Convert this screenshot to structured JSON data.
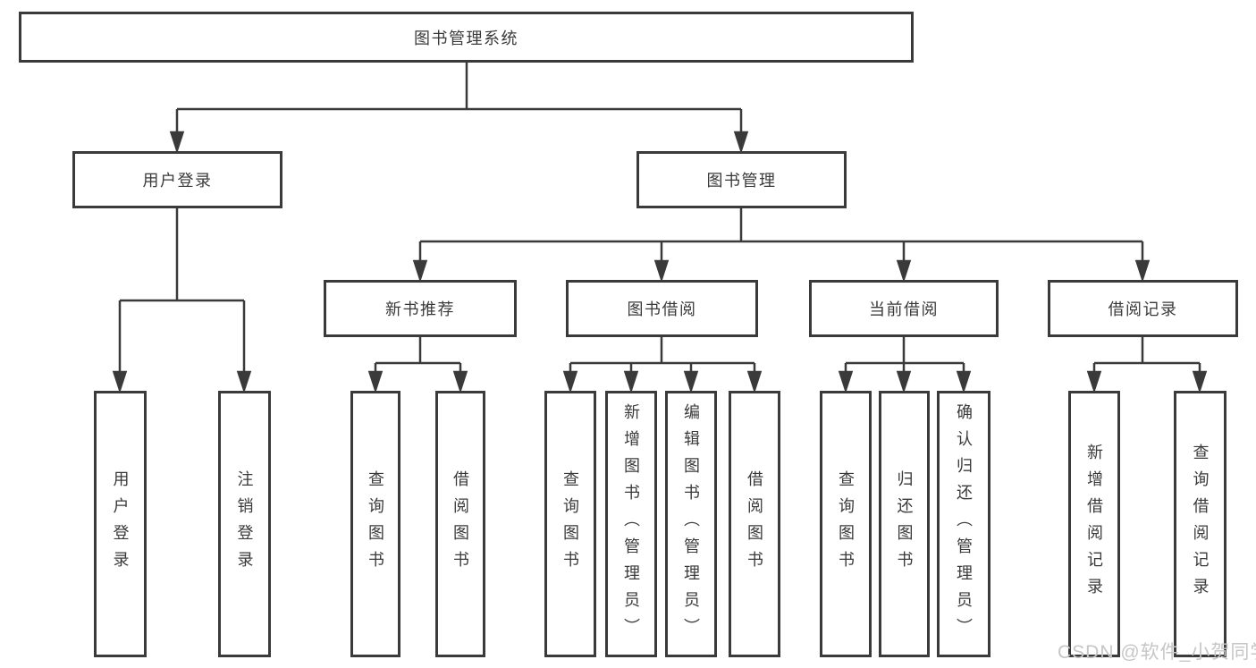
{
  "diagram_title": "图书管理系统",
  "tree": {
    "label": "图书管理系统",
    "children": [
      {
        "label": "用户登录",
        "children": [
          {
            "label": "用户登录"
          },
          {
            "label": "注销登录"
          }
        ]
      },
      {
        "label": "图书管理",
        "children": [
          {
            "label": "新书推荐",
            "children": [
              {
                "label": "查询图书"
              },
              {
                "label": "借阅图书"
              }
            ]
          },
          {
            "label": "图书借阅",
            "children": [
              {
                "label": "查询图书"
              },
              {
                "label": "新增图书（管理员）"
              },
              {
                "label": "编辑图书（管理员）"
              },
              {
                "label": "借阅图书"
              }
            ]
          },
          {
            "label": "当前借阅",
            "children": [
              {
                "label": "查询图书"
              },
              {
                "label": "归还图书"
              },
              {
                "label": "确认归还（管理员）"
              }
            ]
          },
          {
            "label": "借阅记录",
            "children": [
              {
                "label": "新增借阅记录"
              },
              {
                "label": "查询借阅记录"
              }
            ]
          }
        ]
      }
    ]
  },
  "watermark": "CSDN @软件_小贺同学",
  "colors": {
    "line": "#3a3a3a",
    "text": "#3a3a3a",
    "box_background": "#ffffff",
    "watermark": "#c6c6c6",
    "background": "#ffffff"
  }
}
